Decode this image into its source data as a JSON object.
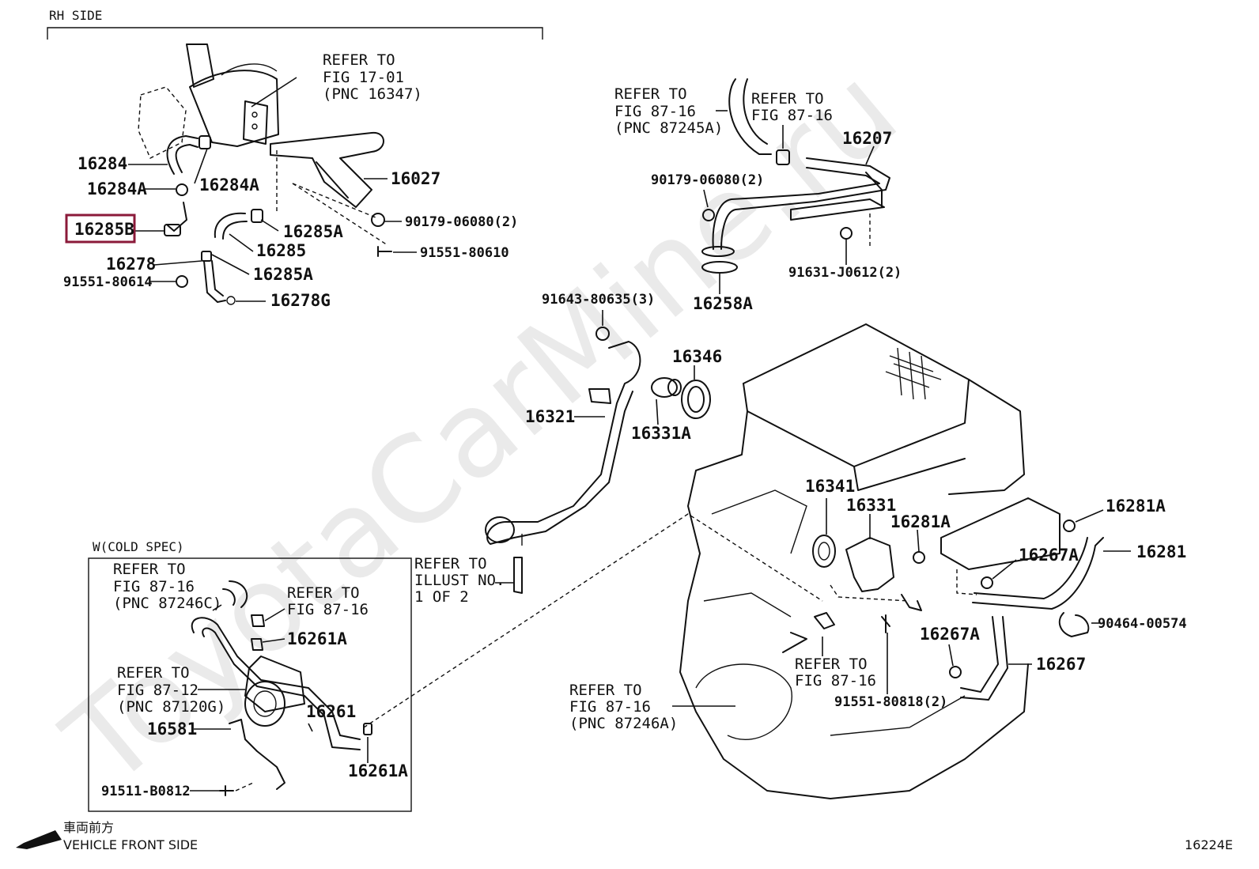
{
  "diagram_code": "16224E",
  "watermark": "ToyotaCarMine.ru",
  "direction": {
    "jp": "車両前方",
    "en": "VEHICLE FRONT SIDE"
  },
  "sections": {
    "rh_side": "RH SIDE",
    "cold_spec": "W(COLD SPEC)"
  },
  "highlighted_part": "16285B",
  "parts": {
    "p16284": "16284",
    "p16284A_left": "16284A",
    "p16284A_right": "16284A",
    "p16285B": "16285B",
    "p16278": "16278",
    "p91551_80614": "91551-80614",
    "p16285A_upper": "16285A",
    "p16285": "16285",
    "p16285A_lower": "16285A",
    "p16278G": "16278G",
    "p16027": "16027",
    "p90179_06080_a": "90179-06080(2)",
    "p91551_80610": "91551-80610",
    "p16207": "16207",
    "p90179_06080_b": "90179-06080(2)",
    "p91631_J0612": "91631-J0612(2)",
    "p16258A": "16258A",
    "p91643_80635": "91643-80635(3)",
    "p16346": "16346",
    "p16321": "16321",
    "p16331A": "16331A",
    "p16341": "16341",
    "p16331": "16331",
    "p16281A_mid": "16281A",
    "p16281A_right": "16281A",
    "p16267A_upper": "16267A",
    "p16281": "16281",
    "p90464_00574": "90464-00574",
    "p16267A_lower": "16267A",
    "p16267": "16267",
    "p91551_80818": "91551-80818(2)",
    "p16261A_upper": "16261A",
    "p16261": "16261",
    "p16581": "16581",
    "p16261A_lower": "16261A",
    "p91511_B0812": "91511-B0812"
  },
  "refs": {
    "fig17_01": [
      "REFER TO",
      "FIG 17-01",
      "(PNC 16347)"
    ],
    "fig87_16_87245A": [
      "REFER TO",
      "FIG 87-16",
      "(PNC 87245A)"
    ],
    "fig87_16_top": [
      "REFER TO",
      "FIG 87-16"
    ],
    "illust": [
      "REFER TO",
      "ILLUST NO.",
      "1 OF 2"
    ],
    "fig87_16_87246C": [
      "REFER TO",
      "FIG 87-16",
      "(PNC 87246C)"
    ],
    "fig87_16_cold": [
      "REFER TO",
      "FIG 87-16"
    ],
    "fig87_12": [
      "REFER TO",
      "FIG 87-12",
      "(PNC 87120G)"
    ],
    "fig87_16_87246A": [
      "REFER TO",
      "FIG 87-16",
      "(PNC 87246A)"
    ],
    "fig87_16_engine": [
      "REFER TO",
      "FIG 87-16"
    ]
  },
  "colors": {
    "highlight": "#8b1a3a",
    "ink": "#111111",
    "watermark": "#d9d9d9"
  }
}
